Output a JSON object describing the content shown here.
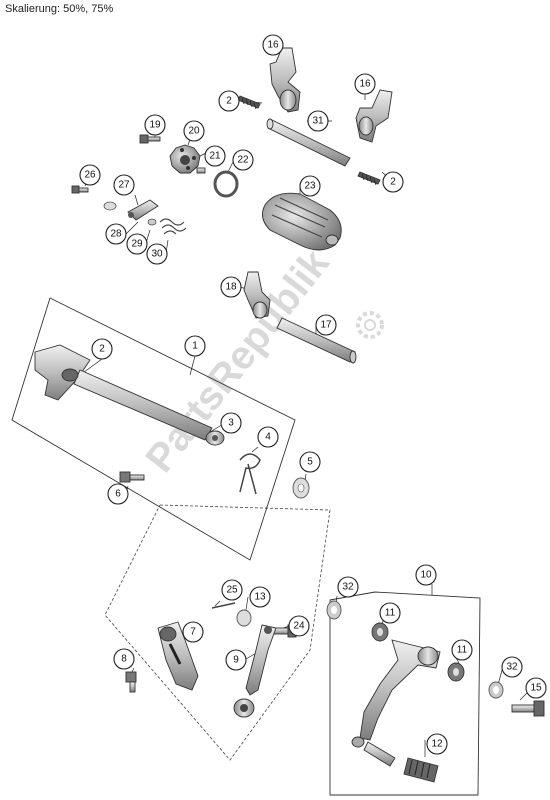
{
  "header": {
    "scale_text": "Skalierung: 50%, 75%"
  },
  "watermark": {
    "text": "PartsRepublik"
  },
  "callouts": [
    {
      "id": "c16a",
      "label": "16"
    },
    {
      "id": "c2a",
      "label": "2"
    },
    {
      "id": "c31",
      "label": "31"
    },
    {
      "id": "c16b",
      "label": "16"
    },
    {
      "id": "c2b",
      "label": "2"
    },
    {
      "id": "c19",
      "label": "19"
    },
    {
      "id": "c20",
      "label": "20"
    },
    {
      "id": "c21",
      "label": "21"
    },
    {
      "id": "c22",
      "label": "22"
    },
    {
      "id": "c23",
      "label": "23"
    },
    {
      "id": "c26",
      "label": "26"
    },
    {
      "id": "c27",
      "label": "27"
    },
    {
      "id": "c28",
      "label": "28"
    },
    {
      "id": "c29",
      "label": "29"
    },
    {
      "id": "c30",
      "label": "30"
    },
    {
      "id": "c18",
      "label": "18"
    },
    {
      "id": "c17",
      "label": "17"
    },
    {
      "id": "c1",
      "label": "1"
    },
    {
      "id": "c2c",
      "label": "2"
    },
    {
      "id": "c3",
      "label": "3"
    },
    {
      "id": "c4",
      "label": "4"
    },
    {
      "id": "c5",
      "label": "5"
    },
    {
      "id": "c6",
      "label": "6"
    },
    {
      "id": "c25",
      "label": "25"
    },
    {
      "id": "c13",
      "label": "13"
    },
    {
      "id": "c7",
      "label": "7"
    },
    {
      "id": "c24",
      "label": "24"
    },
    {
      "id": "c8",
      "label": "8"
    },
    {
      "id": "c9",
      "label": "9"
    },
    {
      "id": "c10",
      "label": "10"
    },
    {
      "id": "c32a",
      "label": "32"
    },
    {
      "id": "c11a",
      "label": "11"
    },
    {
      "id": "c11b",
      "label": "11"
    },
    {
      "id": "c32b",
      "label": "32"
    },
    {
      "id": "c15",
      "label": "15"
    },
    {
      "id": "c12",
      "label": "12"
    }
  ]
}
